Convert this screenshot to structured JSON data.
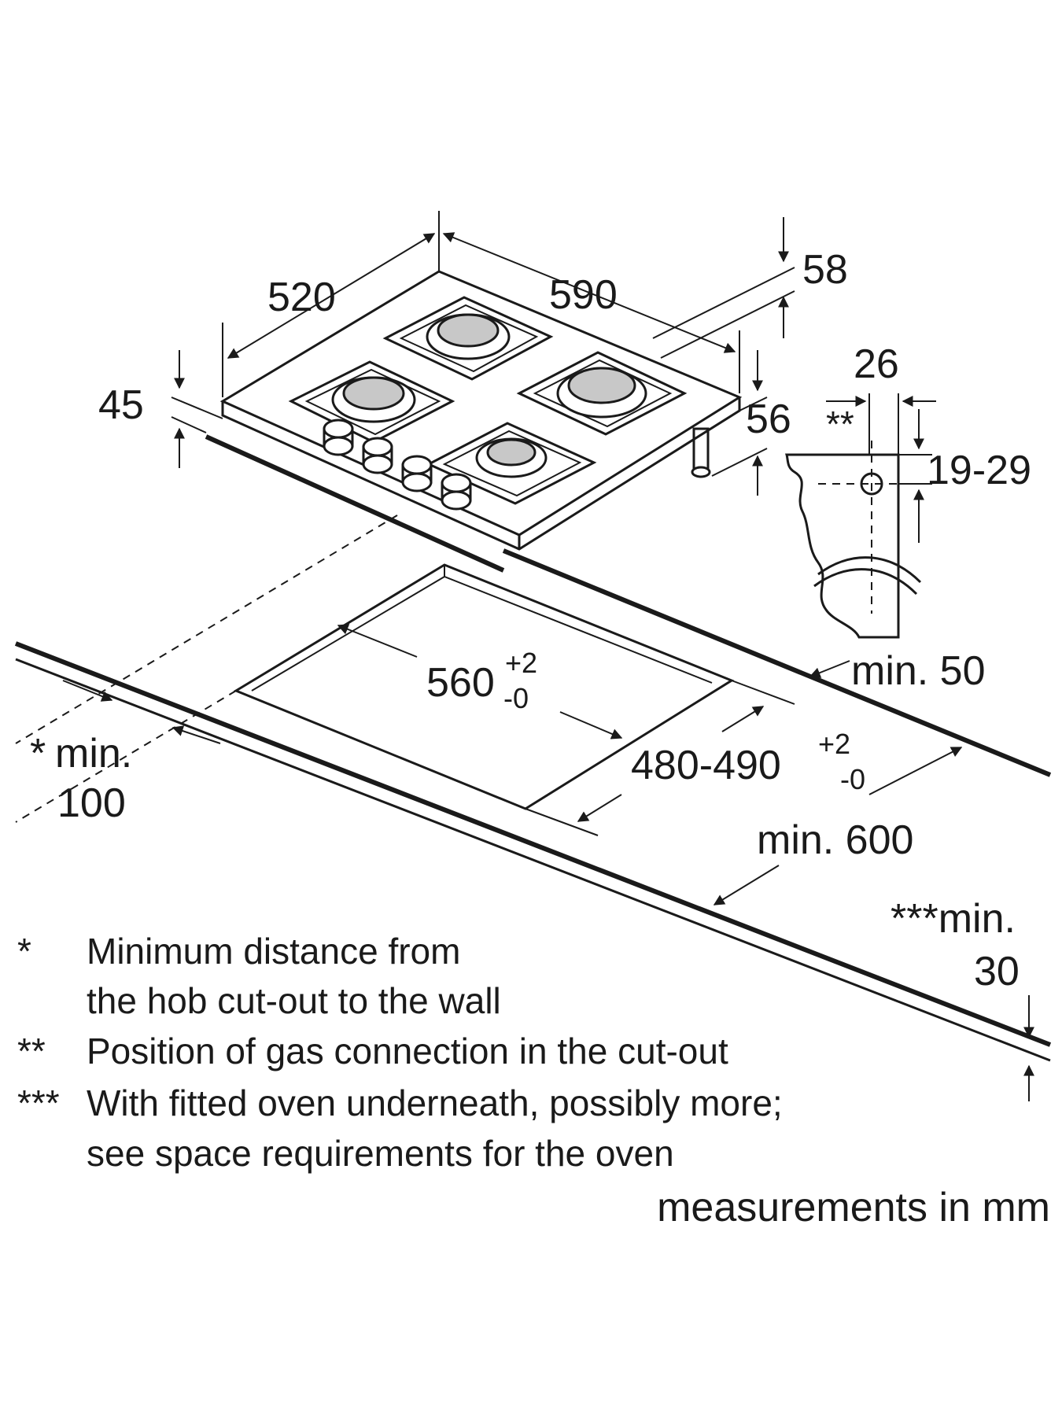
{
  "dimensions": {
    "hob_depth": "520",
    "hob_width": "590",
    "total_height": "58",
    "hob_height": "45",
    "body_height": "56",
    "gas_offset": "26",
    "gas_marker": "**",
    "gas_height": "19-29",
    "cutout_width": "560",
    "cutout_width_tol_plus": "+2",
    "cutout_width_tol_minus": "-0",
    "cutout_depth": "480-490",
    "cutout_depth_tol_plus": "+2",
    "cutout_depth_tol_minus": "-0",
    "back_clearance": "min. 50",
    "wall_marker": "*",
    "wall_min": "min.",
    "wall_value": "100",
    "worktop_depth": "min. 600",
    "worktop_thickness_label": "***min.",
    "worktop_thickness_value": "30"
  },
  "notes": [
    {
      "marker": "*",
      "lines": [
        "Minimum distance from",
        "the hob cut-out to the wall"
      ]
    },
    {
      "marker": "**",
      "lines": [
        "Position of gas connection in the cut-out"
      ]
    },
    {
      "marker": "***",
      "lines": [
        "With fitted oven underneath, possibly more;",
        "see space requirements for the oven"
      ]
    }
  ],
  "units_caption": "measurements in mm",
  "colors": {
    "line": "#1a1a1a",
    "burner_fill": "#c8c8c8",
    "background": "#ffffff"
  }
}
